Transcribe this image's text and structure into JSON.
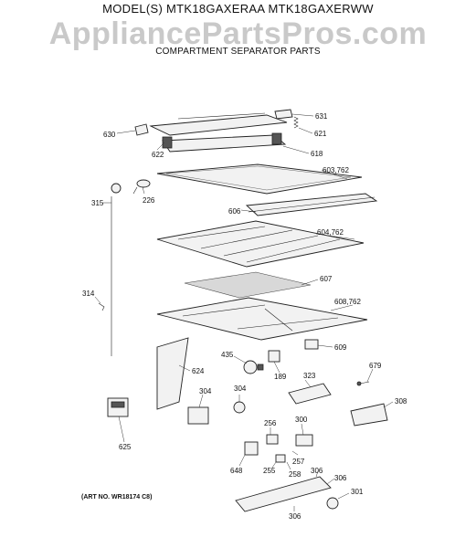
{
  "header": {
    "model_line": "MODEL(S) MTK18GAXERAA  MTK18GAXERWW",
    "watermark": "AppliancePartsPros.com",
    "subtitle": "COMPARTMENT SEPARATOR PARTS"
  },
  "art_number": "(ART NO. WR18174 C8)",
  "callouts": [
    "630",
    "631",
    "621",
    "622",
    "618",
    "603,762",
    "315",
    "226",
    "606",
    "604,762",
    "607",
    "314",
    "608,762",
    "609",
    "435",
    "189",
    "624",
    "323",
    "679",
    "304",
    "304",
    "308",
    "625",
    "256",
    "300",
    "257",
    "648",
    "255",
    "258",
    "306",
    "306",
    "301",
    "306"
  ]
}
